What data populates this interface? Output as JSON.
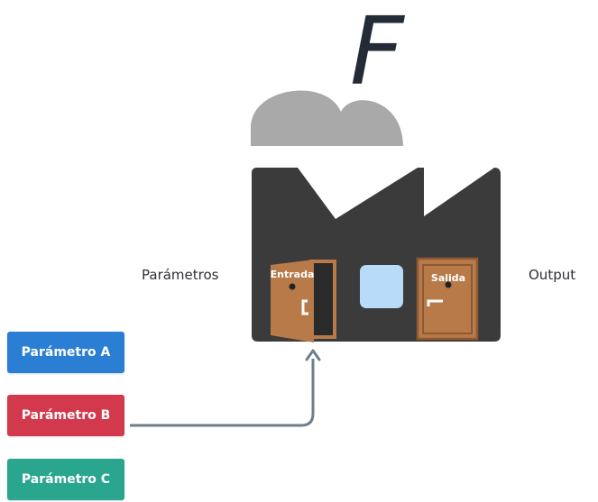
{
  "formula_letter": "F",
  "labels": {
    "input": "Parámetros",
    "output": "Output"
  },
  "doors": {
    "entrance": "Entrada",
    "exit": "Salida"
  },
  "parameters": [
    {
      "label": "Parámetro A",
      "color": "#2a7fd4"
    },
    {
      "label": "Parámetro B",
      "color": "#d2394d"
    },
    {
      "label": "Parámetro C",
      "color": "#2aa58e"
    }
  ],
  "colors": {
    "factory": "#3b3b3b",
    "cloud": "#a9a9a9",
    "door": "#b87a49",
    "door_frame": "#8f5a32",
    "window": "#b7dbf8",
    "arrow": "#6f7e8c"
  },
  "connection": {
    "from": "Parámetro B",
    "to": "Entrada"
  }
}
